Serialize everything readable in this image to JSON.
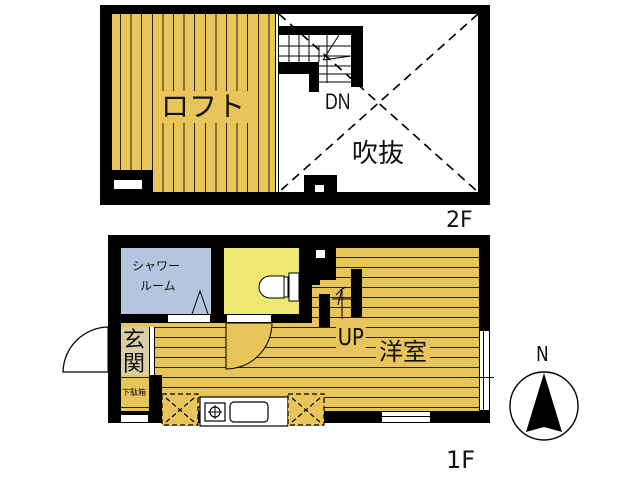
{
  "floors": {
    "second": {
      "label": "2F",
      "rooms": {
        "loft": "ロフト",
        "void": "吹抜"
      },
      "stairs_label": "DN"
    },
    "first": {
      "label": "1F",
      "rooms": {
        "shower": "シャワー\nルーム",
        "shower_line1": "シャワー",
        "shower_line2": "ルーム",
        "entrance": "玄関",
        "entrance_char1": "玄",
        "entrance_char2": "関",
        "shoe_box": "下駄箱",
        "western_room": "洋室"
      },
      "stairs_label": "UP"
    }
  },
  "compass": {
    "label": "N"
  },
  "colors": {
    "floor_wood": "#E8C55A",
    "toilet": "#EEE870",
    "shower": "#B4C5DE",
    "entrance": "#D9CFA5",
    "wall": "#000000"
  }
}
